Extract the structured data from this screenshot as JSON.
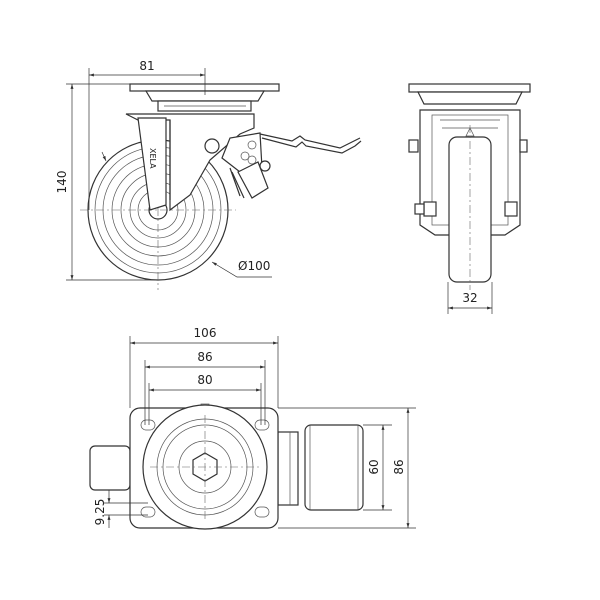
{
  "drawing": {
    "side_view": {
      "width_dim": "81",
      "height_dim": "140",
      "wheel_diameter_dim": "Ø100",
      "fork_logo": "XELA"
    },
    "front_view": {
      "wheel_width_dim": "32"
    },
    "top_view": {
      "plate_width_dim": "106",
      "hole_spacing_outer_dim": "86",
      "hole_spacing_inner_dim": "80",
      "wheel_length_dim": "60",
      "plate_depth_dim": "86",
      "hole_offset_dim": "9.25"
    }
  }
}
